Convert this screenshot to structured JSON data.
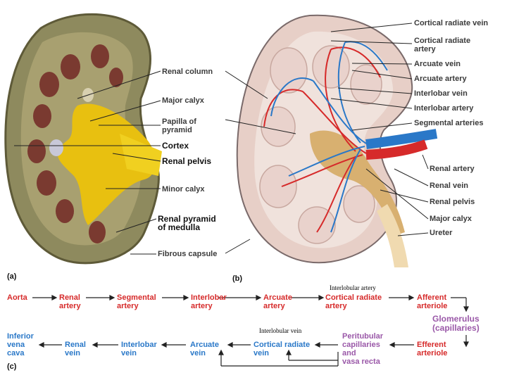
{
  "panel_a": {
    "tag": "(a)",
    "labels": {
      "renal_column": "Renal column",
      "major_calyx": "Major calyx",
      "papilla": [
        "Papilla of",
        "pyramid"
      ],
      "cortex": "Cortex",
      "renal_pelvis": "Renal pelvis",
      "minor_calyx": "Minor calyx",
      "renal_pyramid": [
        "Renal pyramid",
        "of medulla"
      ],
      "fibrous_capsule": "Fibrous capsule"
    }
  },
  "panel_b": {
    "tag": "(b)",
    "labels": {
      "cortical_radiate_vein": "Cortical radiate vein",
      "cortical_radiate_artery": [
        "Cortical radiate",
        "artery"
      ],
      "arcuate_vein": "Arcuate vein",
      "arcuate_artery": "Arcuate artery",
      "interlobar_vein": "Interlobar vein",
      "interlobar_artery": "Interlobar artery",
      "segmental_arteries": "Segmental arteries",
      "renal_artery": "Renal artery",
      "renal_vein": "Renal vein",
      "renal_pelvis": "Renal pelvis",
      "major_calyx": "Major calyx",
      "ureter": "Ureter"
    }
  },
  "panel_c": {
    "tag": "(c)",
    "arterial_row": [
      [
        "Aorta"
      ],
      [
        "Renal",
        "artery"
      ],
      [
        "Segmental",
        "artery"
      ],
      [
        "Interlobar",
        "artery"
      ],
      [
        "Arcuate",
        "artery"
      ],
      [
        "Cortical radiate",
        "artery"
      ],
      [
        "Afferent",
        "arteriole"
      ]
    ],
    "glomerulus": [
      "Glomerulus",
      "(capillaries)"
    ],
    "venous_row": [
      [
        "Inferior",
        "vena",
        "cava"
      ],
      [
        "Renal",
        "vein"
      ],
      [
        "Interlobar",
        "vein"
      ],
      [
        "Arcuate",
        "vein"
      ],
      [
        "Cortical radiate",
        "vein"
      ],
      [
        "Peritubular",
        "capillaries",
        "and",
        "vasa recta"
      ],
      [
        "Efferent",
        "arteriole"
      ]
    ],
    "annotation_artery": "Interlobular artery",
    "annotation_vein": "Interlobular vein"
  },
  "colors": {
    "artery": "#d62a2a",
    "vein": "#2a78c8",
    "capillary": "#9a58a8",
    "cortex_photo": "#8e8a5e",
    "pelvis_photo": "#e8c010"
  }
}
